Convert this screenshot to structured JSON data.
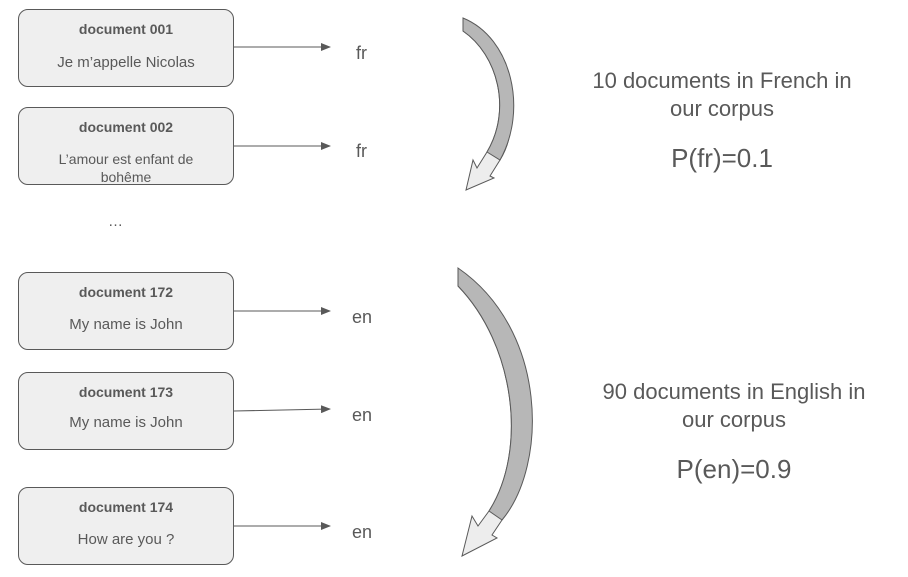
{
  "documents": [
    {
      "title": "document 001",
      "text": "Je m’appelle Nicolas",
      "lang": "fr"
    },
    {
      "title": "document 002",
      "text": "L’amour est enfant de bohême",
      "lang": "fr"
    },
    {
      "title": "document 172",
      "text": "My name is John",
      "lang": "en"
    },
    {
      "title": "document 173",
      "text": "My name is John",
      "lang": "en"
    },
    {
      "title": "document 174",
      "text": "How are you ?",
      "lang": "en"
    }
  ],
  "ellipsis": "…",
  "summaries": {
    "fr": {
      "line1": "10 documents in French in",
      "line2": "our corpus",
      "prob": "P(fr)=0.1"
    },
    "en": {
      "line1": "90 documents in English in",
      "line2": "our corpus",
      "prob": "P(en)=0.9"
    }
  }
}
